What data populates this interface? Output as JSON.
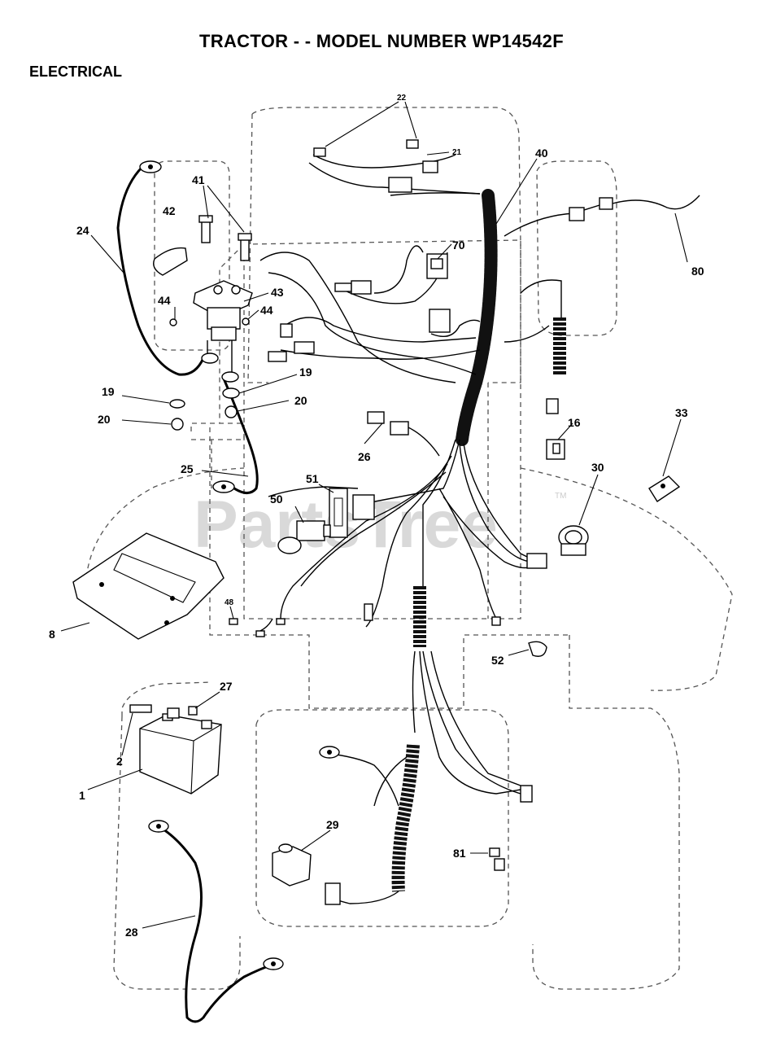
{
  "title": "TRACTOR - - MODEL NUMBER WP14542F",
  "section": "ELECTRICAL",
  "watermark": "PartsTree",
  "watermark_mark": "TM",
  "callouts": {
    "c1": "1",
    "c2": "2",
    "c8": "8",
    "c16": "16",
    "c19a": "19",
    "c19b": "19",
    "c20a": "20",
    "c20b": "20",
    "c21": "21",
    "c22": "22",
    "c24": "24",
    "c25": "25",
    "c26": "26",
    "c27": "27",
    "c28": "28",
    "c29": "29",
    "c30": "30",
    "c33": "33",
    "c40": "40",
    "c41": "41",
    "c42": "42",
    "c43": "43",
    "c44a": "44",
    "c44b": "44",
    "c48": "48",
    "c50": "50",
    "c51": "51",
    "c52": "52",
    "c70": "70",
    "c80": "80",
    "c81": "81"
  }
}
